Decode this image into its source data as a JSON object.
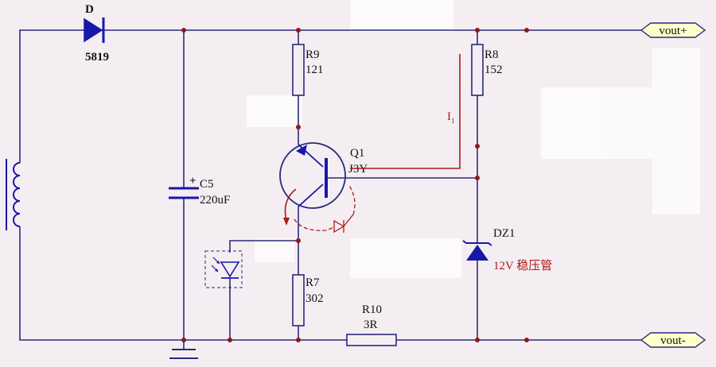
{
  "colors": {
    "background": "#f4eef2",
    "wire": "#2a2a7a",
    "component": "#1818a8",
    "node": "#8b1a1a",
    "annotation": "#b01818",
    "terminal_fill": "#ffffcc"
  },
  "terminals": {
    "vout_plus": "vout+",
    "vout_minus": "vout-"
  },
  "diode": {
    "ref": "D",
    "value": "5819"
  },
  "capacitor": {
    "ref": "C5",
    "value": "220uF",
    "polarity": "+"
  },
  "r9": {
    "ref": "R9",
    "value": "121"
  },
  "r8": {
    "ref": "R8",
    "value": "152"
  },
  "r7": {
    "ref": "R7",
    "value": "302"
  },
  "r10": {
    "ref": "R10",
    "value": "3R"
  },
  "q1": {
    "ref": "Q1",
    "value": "J3Y"
  },
  "zener": {
    "ref": "DZ1",
    "value": "12V 稳压管"
  },
  "current": {
    "label": "I",
    "subscript": "1"
  },
  "icons": [
    "inductor-icon",
    "diode-icon",
    "capacitor-icon",
    "resistor-icon",
    "transistor-icon",
    "led-icon",
    "zener-diode-icon",
    "ground-icon"
  ]
}
